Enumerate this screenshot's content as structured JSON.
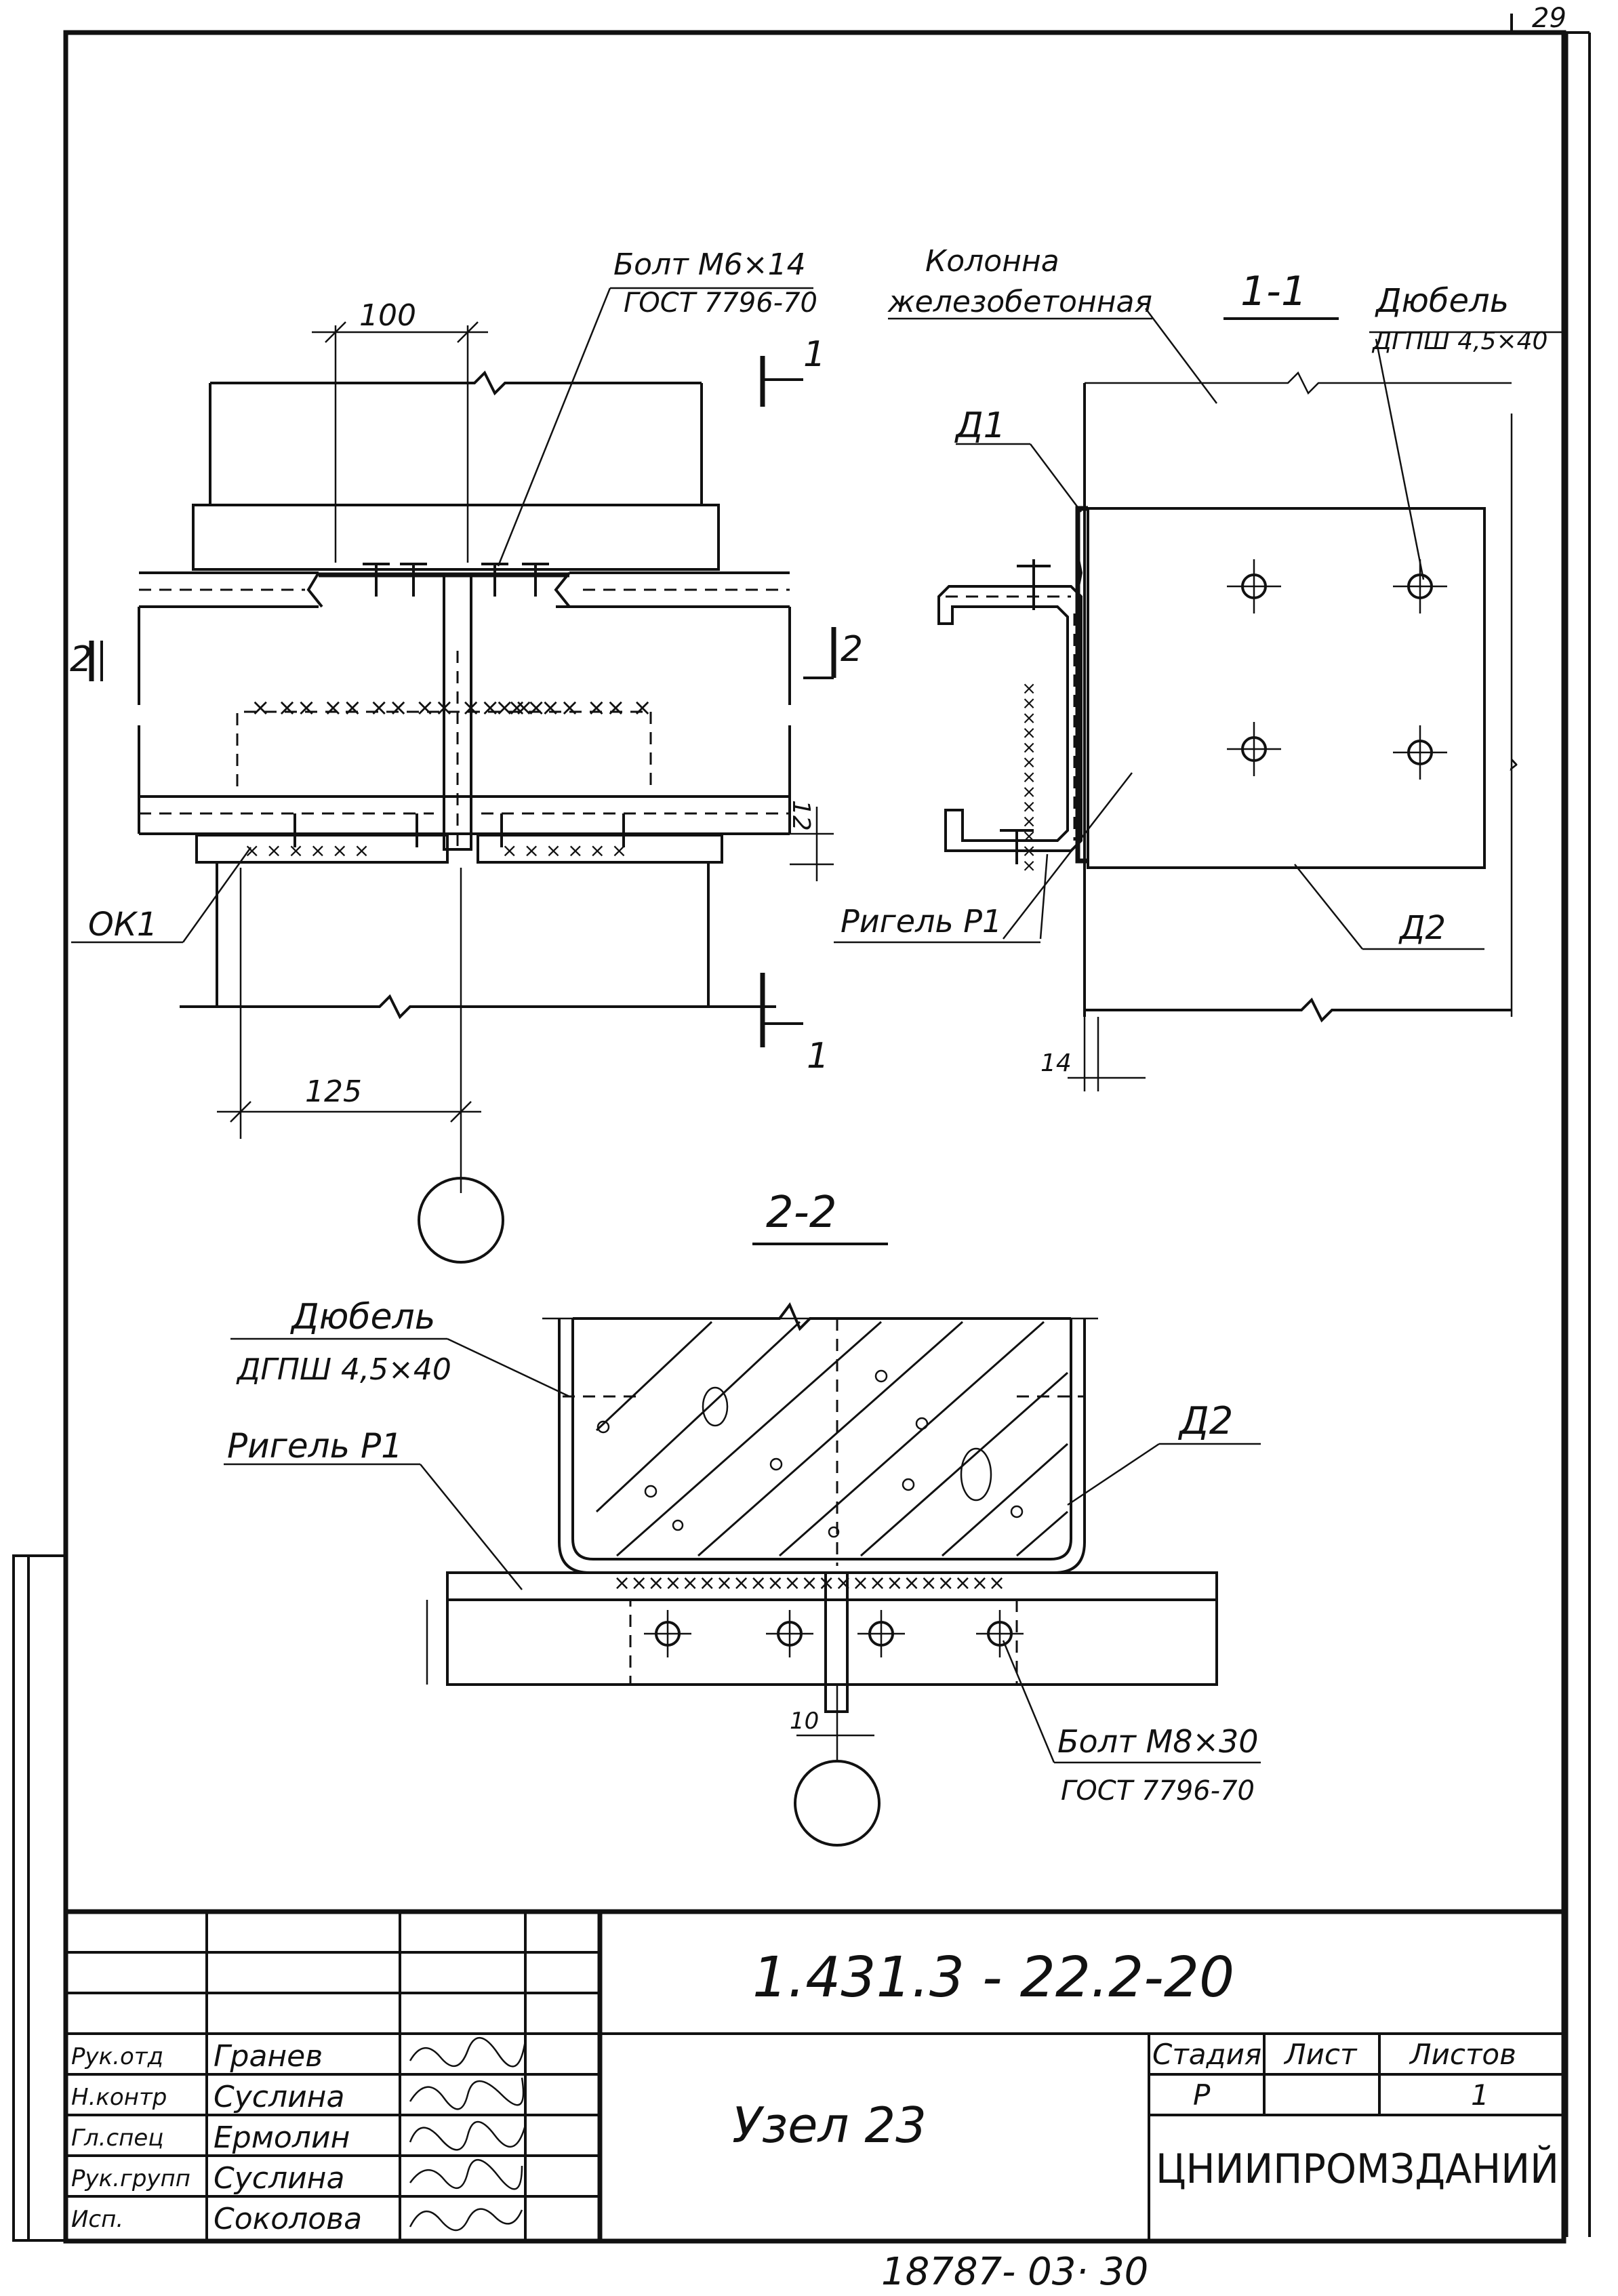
{
  "sheet": {
    "page_number": "29",
    "footer_code": "18787- 03·  30"
  },
  "view_elevation": {
    "bolt_label_1": "Болт М6×14",
    "bolt_label_2": "ГОСТ 7796-70",
    "dim_top": "100",
    "dim_bottom": "125",
    "dim_side": "12",
    "section_mark_1": "1",
    "section_mark_1_bottom": "1",
    "section_mark_2_left": "2",
    "section_mark_2_right": "2",
    "label_ok1": "ОК1"
  },
  "view_section_1": {
    "title": "1-1",
    "column_label_1": "Колонна",
    "column_label_2": "железобетонная",
    "dowel_label_1": "Дюбель",
    "dowel_label_2": "ДГПШ 4,5×40",
    "label_d1": "Д1",
    "label_d2": "Д2",
    "label_beam": "Ригель Р1",
    "dim_14": "14"
  },
  "view_section_2": {
    "title": "2-2",
    "dowel_label_1": "Дюбель",
    "dowel_label_2": "ДГПШ 4,5×40",
    "label_beam": "Ригель Р1",
    "label_d2": "Д2",
    "bolt_label_1": "Болт М8×30",
    "bolt_label_2": "ГОСТ 7796-70",
    "dim_10": "10"
  },
  "title_block": {
    "doc_number": "1.431.3 - 22.2-20",
    "title": "Узел 23",
    "stage_header": "Стадия",
    "sheet_header": "Лист",
    "sheets_header": "Листов",
    "stage_value": "Р",
    "sheets_value": "1",
    "organization": "ЦНИИПРОМЗДАНИЙ",
    "roles": [
      "Рук.отд",
      "Н.контр",
      "Гл.спец",
      "Рук.групп",
      "Исп."
    ],
    "names": [
      "Гранев",
      "Суслина",
      "Ермолин",
      "Суслина",
      "Соколова"
    ]
  }
}
